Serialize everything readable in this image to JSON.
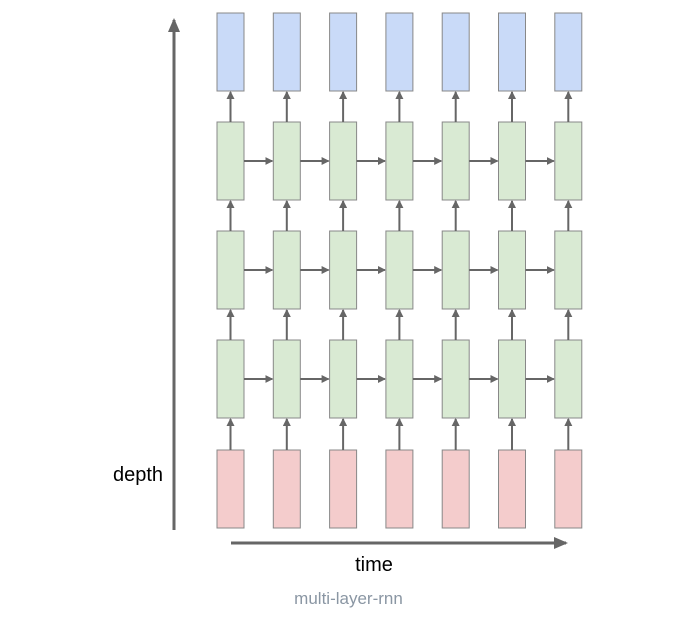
{
  "diagram": {
    "axis_y_label": "depth",
    "axis_x_label": "time",
    "columns": 7,
    "hidden_layers": 3,
    "colors": {
      "output": "#c9daf8",
      "hidden": "#d9ead3",
      "input": "#f4cccc",
      "stroke": "#888888",
      "arrow": "#666666"
    }
  },
  "caption": "multi-layer-rnn"
}
